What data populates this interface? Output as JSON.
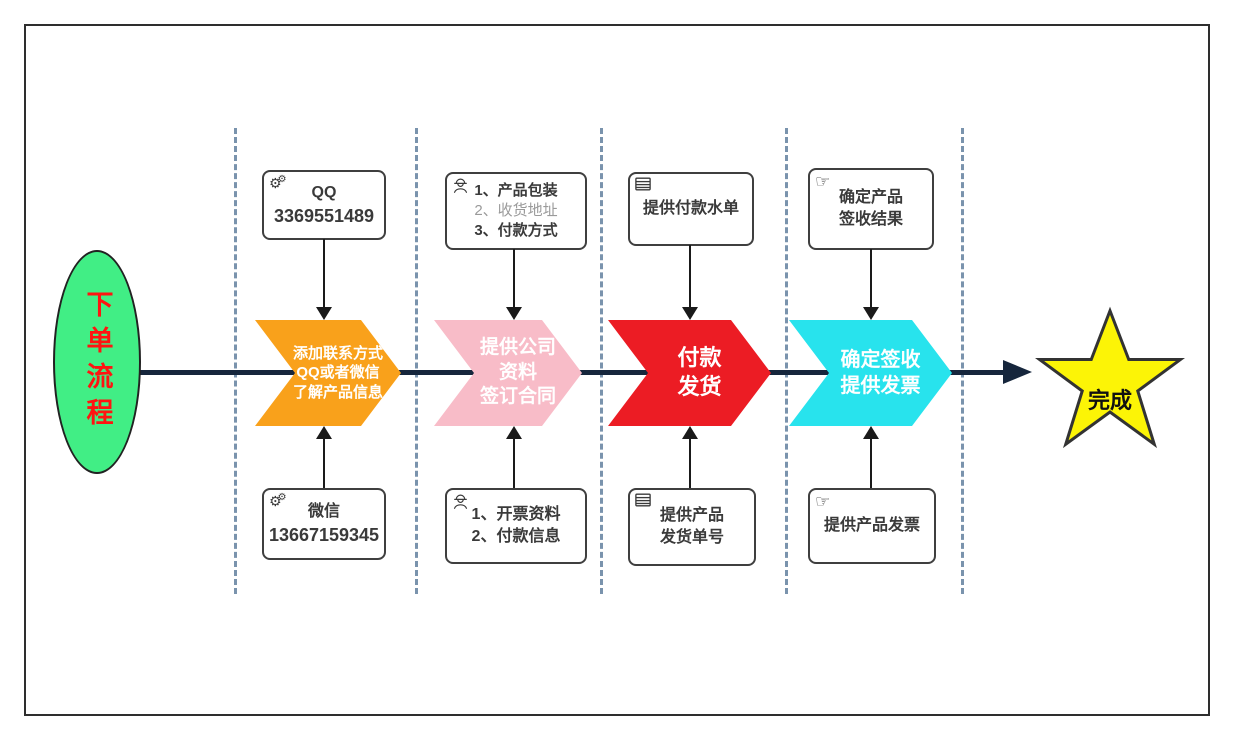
{
  "colors": {
    "line": "#16263C",
    "dash": "#7A93AD",
    "green": "#41EE85",
    "red_text": "#FF1411",
    "orange": "#F9A11B",
    "pink": "#F8BCC8",
    "red": "#EC1C24",
    "cyan": "#28E3ED",
    "yellow": "#FCF406",
    "box_border": "#3F3F3F",
    "text": "#3A3A3A",
    "muted": "#9A9A9A"
  },
  "start": {
    "label": "下单流程"
  },
  "finish": {
    "label": "完成"
  },
  "steps": [
    {
      "chevron": [
        "添加联系方式",
        "QQ或者微信",
        "了解产品信息"
      ],
      "top": {
        "icon": "gears-icon",
        "lines": [
          "QQ",
          "3369551489"
        ]
      },
      "bottom": {
        "icon": "gears-icon",
        "lines": [
          "微信",
          "13667159345"
        ]
      }
    },
    {
      "chevron": [
        "提供公司",
        "资料",
        "签订合同"
      ],
      "top": {
        "icon": "engineer-icon",
        "lines": [
          "1、产品包装",
          "2、收货地址",
          "3、付款方式"
        ]
      },
      "bottom": {
        "icon": "engineer-icon",
        "lines": [
          "1、开票资料",
          "2、付款信息"
        ]
      }
    },
    {
      "chevron": [
        "付款",
        "发货"
      ],
      "top": {
        "icon": "list-icon",
        "lines": [
          "提供付款水单"
        ]
      },
      "bottom": {
        "icon": "list-icon",
        "lines": [
          "提供产品",
          "发货单号"
        ]
      }
    },
    {
      "chevron": [
        "确定签收",
        "提供发票"
      ],
      "top": {
        "icon": "pointing-hand-icon",
        "lines": [
          "确定产品",
          "签收结果"
        ]
      },
      "bottom": {
        "icon": "pointing-hand-icon",
        "lines": [
          "提供产品发票"
        ]
      }
    }
  ]
}
